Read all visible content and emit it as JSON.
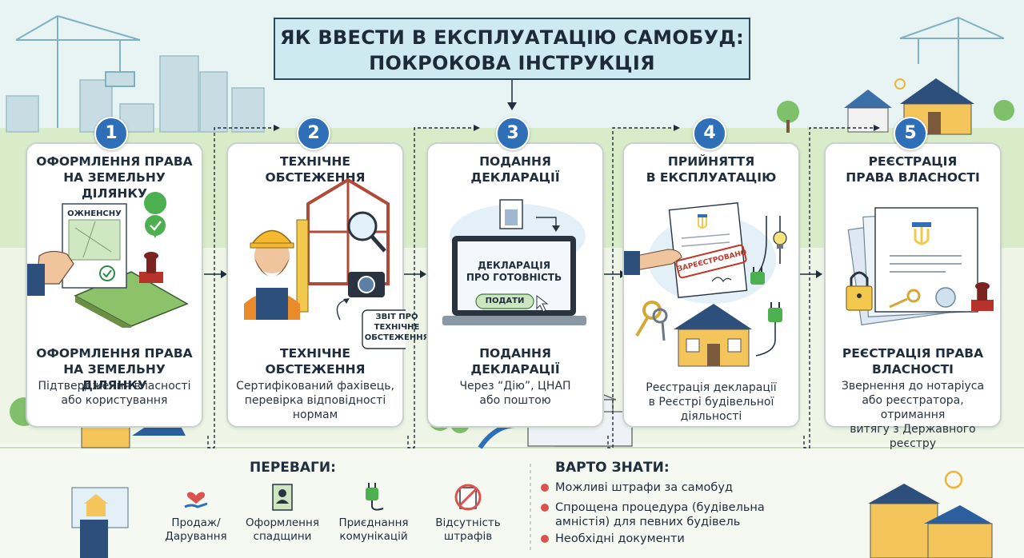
{
  "title": {
    "line1": "ЯК ВВЕСТИ В ЕКСПЛУАТАЦІЮ САМОБУД:",
    "line2": "ПОКРОКОВА ІНСТРУКЦІЯ"
  },
  "steps": [
    {
      "number": "1",
      "heading": [
        "ОФОРМЛЕННЯ ПРАВА",
        "НА ЗЕМЕЛЬНУ ДІЛЯНКУ"
      ],
      "subheading": [
        "ОФОРМЛЕННЯ ПРАВА",
        "НА ЗЕМЕЛЬНУ ДІЛЯНКУ"
      ],
      "description": [
        "Підтвердження власності",
        "або користування"
      ],
      "doc_label": "ОЖНЕНСНУ"
    },
    {
      "number": "2",
      "heading": [
        "ТЕХНІЧНЕ",
        "ОБСТЕЖЕННЯ"
      ],
      "subheading": [
        "ТЕХНІЧНЕ",
        "ОБСТЕЖЕННЯ"
      ],
      "description": [
        "Сертифікований фахівець,",
        "перевірка відповідності",
        "нормам"
      ],
      "report_label": [
        "ЗВІТ ПРО",
        "ТЕХНІЧНЕ",
        "ОБСТЕЖЕННЯ"
      ]
    },
    {
      "number": "3",
      "heading": [
        "ПОДАННЯ",
        "ДЕКЛАРАЦІЇ"
      ],
      "subheading": [
        "ПОДАННЯ",
        "ДЕКЛАРАЦІЇ"
      ],
      "description": [
        "Через “Дію”, ЦНАП",
        "або поштою"
      ],
      "screen_label": [
        "ДЕКЛАРАЦІЯ",
        "ПРО ГОТОВНІСТЬ"
      ],
      "submit_label": "ПОДАТИ"
    },
    {
      "number": "4",
      "heading": [
        "ПРИЙНЯТТЯ",
        "В ЕКСПЛУАТАЦІЮ"
      ],
      "subheading": [],
      "description": [
        "Реєстрація декларації",
        "в Реєстрі будівельної",
        "діяльності"
      ],
      "stamp_label": "ЗАРЕЄСТРОВАНО"
    },
    {
      "number": "5",
      "heading": [
        "РЕЄСТРАЦІЯ",
        "ПРАВА ВЛАСНОСТІ"
      ],
      "subheading": [
        "РЕЄСТРАЦІЯ ПРАВА",
        "ВЛАСНОСТІ"
      ],
      "description": [
        "Звернення до нотаріуса",
        "або реєстратора, отримання",
        "витягу з Державного реєстру"
      ]
    }
  ],
  "benefits": {
    "title": "ПЕРЕВАГИ:",
    "items": [
      {
        "label": [
          "Продаж/",
          "Дарування"
        ],
        "icon": "heart-hand-icon"
      },
      {
        "label": [
          "Оформлення",
          "спадщини"
        ],
        "icon": "document-person-icon"
      },
      {
        "label": [
          "Приєднання",
          "комунікацій"
        ],
        "icon": "plug-icon"
      },
      {
        "label": [
          "Відсутність",
          "штрафів"
        ],
        "icon": "no-fine-icon"
      }
    ]
  },
  "know": {
    "title": "ВАРТО ЗНАТИ:",
    "items": [
      [
        "Можливі штрафи за самобуд"
      ],
      [
        "Спрощена процедура (будівельна",
        "амністія) для певних будівель"
      ],
      [
        "Необхідні документи"
      ]
    ]
  },
  "colors": {
    "accent_blue": "#2e6fb8",
    "green_band": "#d7ebc9",
    "sky": "#e6f2f4",
    "red_dot": "#d9534f"
  }
}
